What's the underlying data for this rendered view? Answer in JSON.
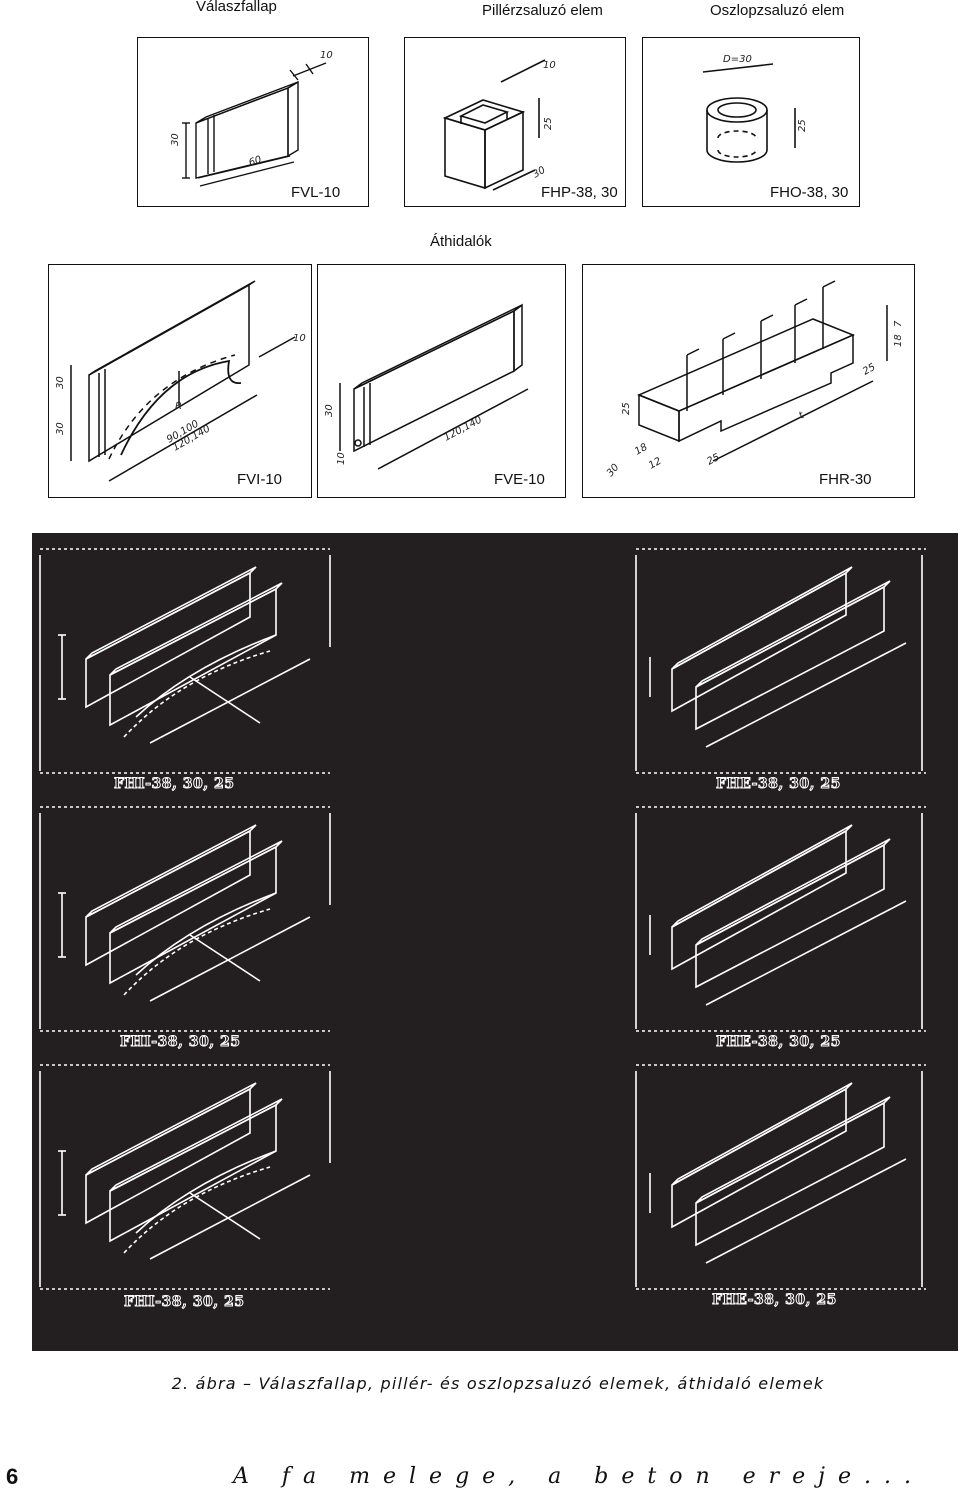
{
  "top_headers": {
    "valaszfallap": "Válaszfallap",
    "pillerzsaluzo": "Pillérzsaluzó elem",
    "oszlopzsaluzo": "Oszlopzsaluzó elem"
  },
  "row1": {
    "fvl": {
      "label": "FVL-10",
      "dims": [
        "10",
        "30",
        "60"
      ]
    },
    "fhp": {
      "label": "FHP-38, 30",
      "dims": [
        "10",
        "25",
        "30"
      ]
    },
    "fho": {
      "label": "FHO-38, 30",
      "dims": [
        "D=30",
        "25"
      ]
    }
  },
  "athidalok": {
    "title": "Áthidalók"
  },
  "row2": {
    "fvi": {
      "label": "FVI-10",
      "dims": [
        "10",
        "30",
        "30",
        "R",
        "90,100",
        "120,140"
      ]
    },
    "fve": {
      "label": "FVE-10",
      "dims": [
        "30",
        "10",
        "120,140"
      ]
    },
    "fhr": {
      "label": "FHR-30",
      "dims": [
        "18",
        "7",
        "25",
        "25",
        "t",
        "25",
        "18",
        "12",
        "30"
      ]
    }
  },
  "dark_panels": [
    {
      "label": "FHI-38, 30, 25"
    },
    {
      "label": "FHE-38, 30, 25"
    },
    {
      "label": "FHI-38, 30, 25"
    },
    {
      "label": "FHE-38, 30, 25"
    },
    {
      "label": "FHI-38, 30, 25"
    },
    {
      "label": "FHE-38, 30, 25"
    }
  ],
  "caption": "2. ábra – Válaszfallap, pillér- és oszlopzsaluzó elemek, áthidaló elemek",
  "footer": {
    "page_number": "6",
    "slogan": "A fa melege, a beton ereje..."
  }
}
